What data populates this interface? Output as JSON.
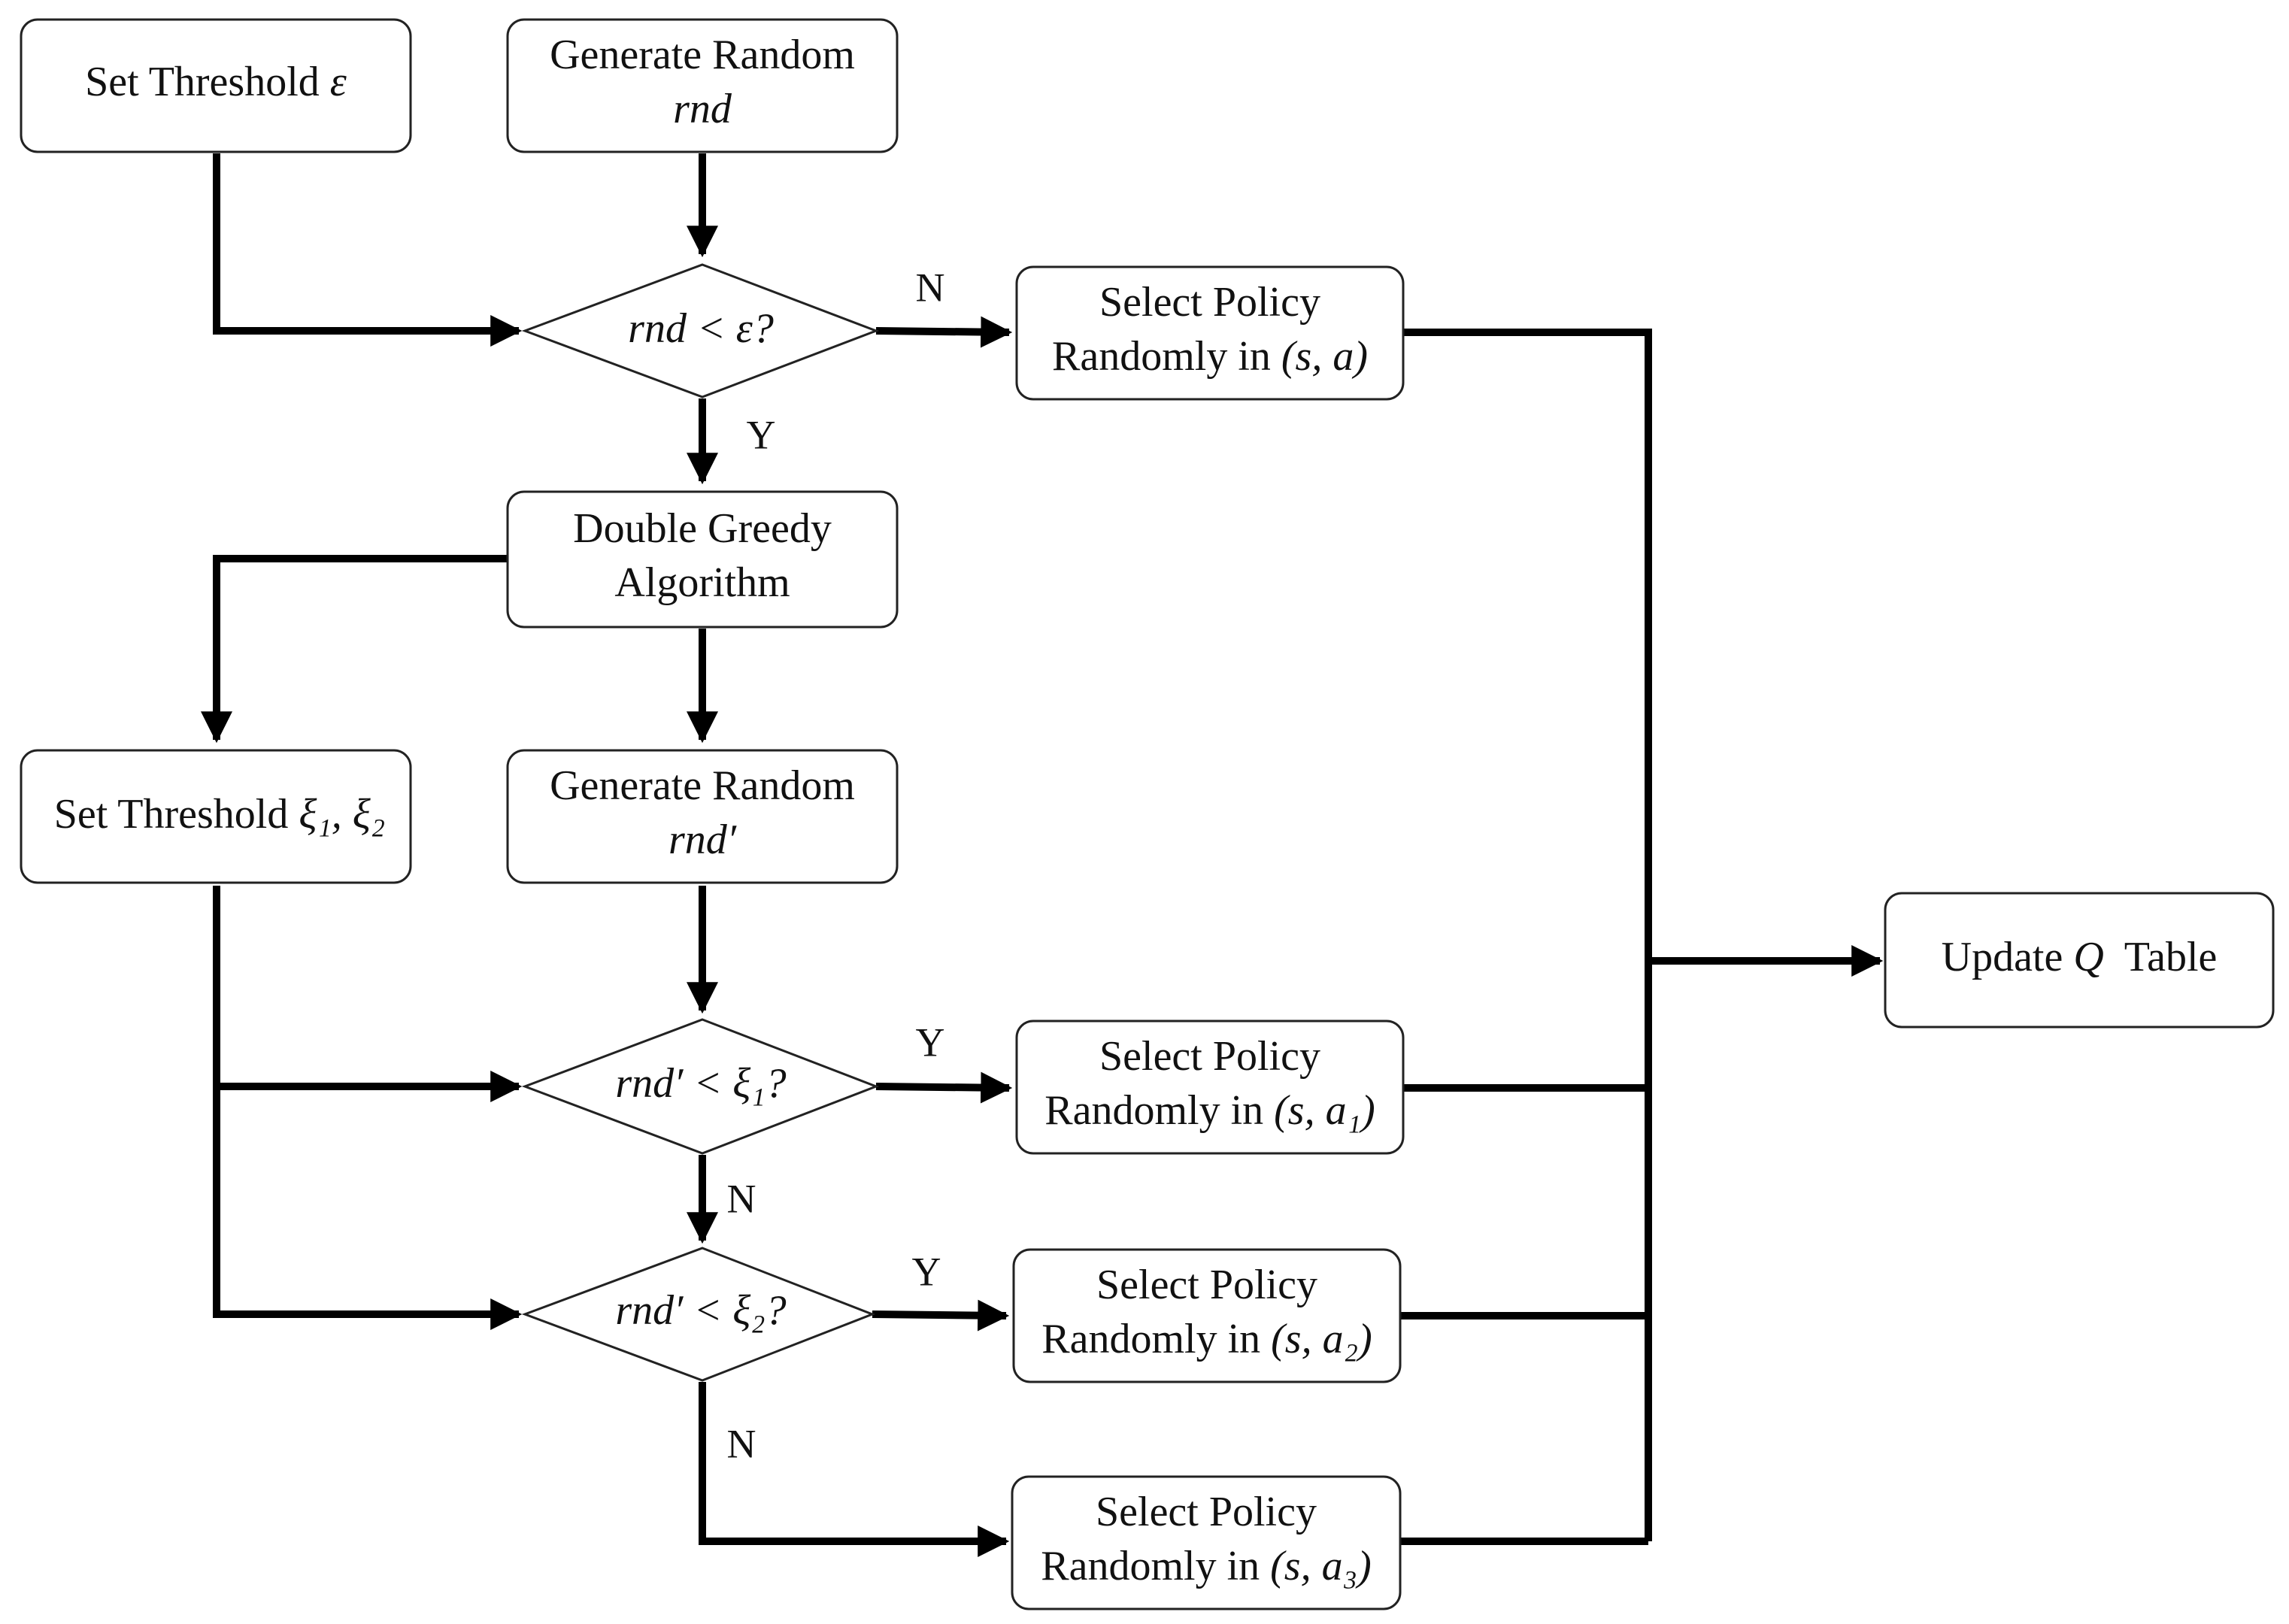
{
  "nodes": {
    "set_threshold_eps": {
      "lines": [
        [
          {
            "t": "Set Threshold "
          },
          {
            "t": "ε",
            "m": true
          }
        ]
      ]
    },
    "gen_rnd": {
      "lines": [
        [
          {
            "t": "Generate Random"
          }
        ],
        [
          {
            "t": "rnd",
            "m": true
          }
        ]
      ]
    },
    "decision_eps": {
      "lines": [
        [
          {
            "t": "rnd < ε?",
            "m": true
          }
        ]
      ]
    },
    "select_sa": {
      "lines": [
        [
          {
            "t": "Select Policy"
          }
        ],
        [
          {
            "t": "Randomly in "
          },
          {
            "t": "(s, a)",
            "m": true
          }
        ]
      ]
    },
    "double_greedy": {
      "lines": [
        [
          {
            "t": "Double Greedy"
          }
        ],
        [
          {
            "t": "Algorithm"
          }
        ]
      ]
    },
    "set_threshold_xi": {
      "lines": [
        [
          {
            "t": "Set Threshold "
          },
          {
            "t": "ξ₁, ξ₂",
            "m": true
          }
        ]
      ]
    },
    "gen_rnd_prime": {
      "lines": [
        [
          {
            "t": "Generate Random"
          }
        ],
        [
          {
            "t": "rnd′",
            "m": true
          }
        ]
      ]
    },
    "decision_xi1": {
      "lines": [
        [
          {
            "t": "rnd′ < ξ₁?",
            "m": true
          }
        ]
      ]
    },
    "select_sa1": {
      "lines": [
        [
          {
            "t": "Select Policy"
          }
        ],
        [
          {
            "t": "Randomly in "
          },
          {
            "t": "(s, a₁)",
            "m": true
          }
        ]
      ]
    },
    "decision_xi2": {
      "lines": [
        [
          {
            "t": "rnd′ < ξ₂?",
            "m": true
          }
        ]
      ]
    },
    "select_sa2": {
      "lines": [
        [
          {
            "t": "Select Policy"
          }
        ],
        [
          {
            "t": "Randomly in "
          },
          {
            "t": "(s, a₂)",
            "m": true
          }
        ]
      ]
    },
    "select_sa3": {
      "lines": [
        [
          {
            "t": "Select Policy"
          }
        ],
        [
          {
            "t": "Randomly in "
          },
          {
            "t": "(s, a₃)",
            "m": true
          }
        ]
      ]
    },
    "update_q": {
      "lines": [
        [
          {
            "t": "Update "
          },
          {
            "t": "Q",
            "m": true
          },
          {
            "t": "  Table"
          }
        ]
      ]
    }
  },
  "edge_labels": {
    "eps_no": "N",
    "eps_yes": "Y",
    "xi1_yes": "Y",
    "xi1_no": "N",
    "xi2_yes": "Y",
    "xi2_no": "N"
  },
  "colors": {
    "stroke": "#000000",
    "box_border": "#222222",
    "text": "#111111",
    "background": "#ffffff"
  }
}
